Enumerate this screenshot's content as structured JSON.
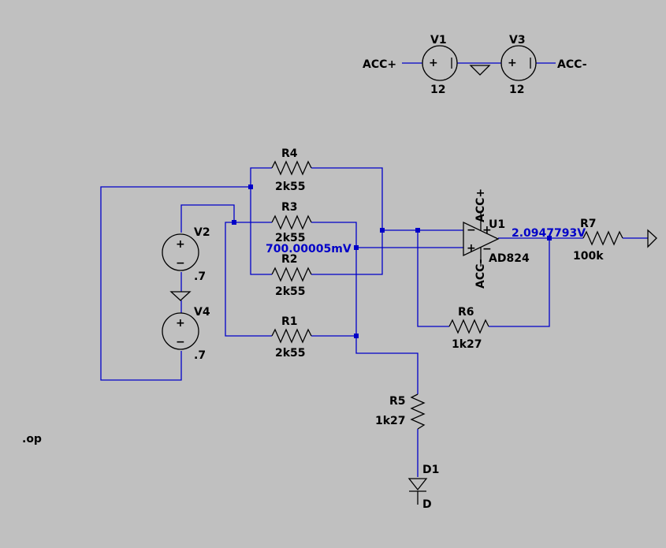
{
  "colors": {
    "background": "#c0c0c0",
    "wire": "#0000c8",
    "symbol": "#000000",
    "probe_text": "#0000c8"
  },
  "directive": ".op",
  "supply": {
    "net_positive": "ACC+",
    "net_negative": "ACC-",
    "v1": {
      "name": "V1",
      "value": "12"
    },
    "v3": {
      "name": "V3",
      "value": "12"
    }
  },
  "components": {
    "r1": {
      "name": "R1",
      "value": "2k55"
    },
    "r2": {
      "name": "R2",
      "value": "2k55"
    },
    "r3": {
      "name": "R3",
      "value": "2k55"
    },
    "r4": {
      "name": "R4",
      "value": "2k55"
    },
    "r5": {
      "name": "R5",
      "value": "1k27"
    },
    "r6": {
      "name": "R6",
      "value": "1k27"
    },
    "r7": {
      "name": "R7",
      "value": "100k"
    },
    "v2": {
      "name": "V2",
      "value": ".7"
    },
    "v4": {
      "name": "V4",
      "value": ".7"
    },
    "d1": {
      "name": "D1",
      "model": "D"
    },
    "u1": {
      "name": "U1",
      "model": "AD824",
      "pin_pos": "ACC+",
      "pin_neg": "ACC-"
    }
  },
  "probes": {
    "noninv_node": "700.00005mV",
    "output_node": "2.0947793V"
  },
  "symbols": {
    "plus": "+",
    "minus": "−"
  },
  "icons": {
    "voltage_source": "voltage-source-icon",
    "resistor": "resistor-icon",
    "diode": "diode-icon",
    "ground": "ground-icon",
    "opamp": "opamp-icon",
    "output_port": "output-port-icon"
  }
}
